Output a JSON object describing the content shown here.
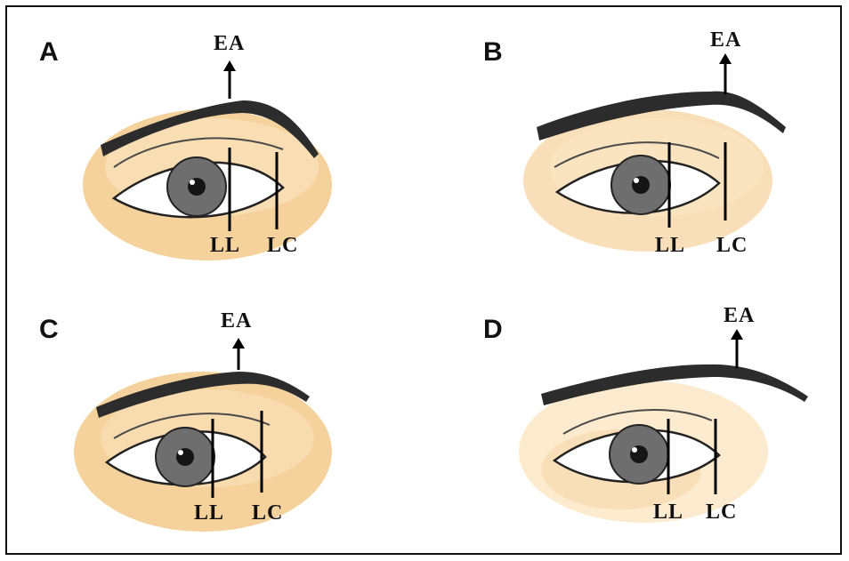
{
  "panels": [
    {
      "letter": "A",
      "ea": "EA",
      "ll": "LL",
      "lc": "LC"
    },
    {
      "letter": "B",
      "ea": "EA",
      "ll": "LL",
      "lc": "LC"
    },
    {
      "letter": "C",
      "ea": "EA",
      "ll": "LL",
      "lc": "LC"
    },
    {
      "letter": "D",
      "ea": "EA",
      "ll": "LL",
      "lc": "LC"
    }
  ],
  "colors": {
    "skin": "#f3c98a",
    "skin_light": "#fbe6c3",
    "brow": "#2c2c2c",
    "iris": "#6e6e6e",
    "pupil": "#151515",
    "line": "#000000"
  }
}
